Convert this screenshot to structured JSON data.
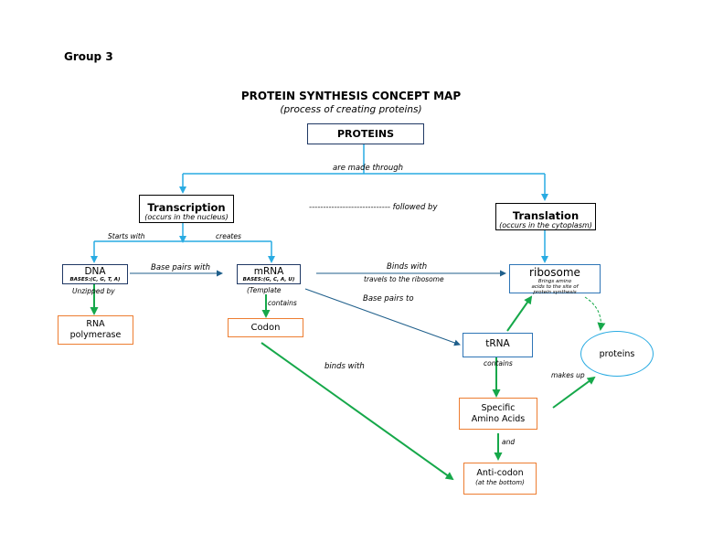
{
  "header": {
    "group": "Group 3"
  },
  "title": "PROTEIN SYNTHESIS CONCEPT MAP",
  "subtitle": "(process of creating proteins)",
  "colors": {
    "blue_arrow": "#29abe2",
    "navy_arrow": "#1f5f8b",
    "green_arrow": "#16a84a",
    "orange_border": "#ed7d31",
    "navy_border": "#1f3864"
  },
  "nodes": {
    "proteins_top": "PROTEINS",
    "transcription": "Transcription",
    "transcription_note": "(occurs in the nucleus)",
    "translation": "Translation",
    "translation_note": "(occurs in the cytoplasm)",
    "dna": "DNA",
    "dna_bases": "BASES:(C, G, T, A)",
    "mrna": "mRNA",
    "mrna_bases": "BASES:(G, C, A, U)",
    "mrna_template": "(Template",
    "ribosome": "ribosome",
    "ribosome_note": "Brings amino acids to the site of protein synthesis",
    "rna_polymerase": "RNA polymerase",
    "codon": "Codon",
    "trna": "tRNA",
    "proteins_oval": "proteins",
    "amino_acids": "Specific Amino Acids",
    "anticodon": "Anti-codon",
    "anticodon_note": "(at the bottom)"
  },
  "links": {
    "made_through": "are made through",
    "followed_by": "----------------------------- followed by",
    "starts_with": "Starts with",
    "creates": "creates",
    "base_pairs_with": "Base pairs with",
    "binds_with_top": "Binds with",
    "travels": "travels to the ribosome",
    "base_pairs_to": "Base pairs to",
    "unzipped_by": "Unzipped by",
    "contains_mrna": "contains",
    "binds_with": "binds with",
    "contains_trna": "contains",
    "makes_up": "makes up",
    "and": "and"
  }
}
